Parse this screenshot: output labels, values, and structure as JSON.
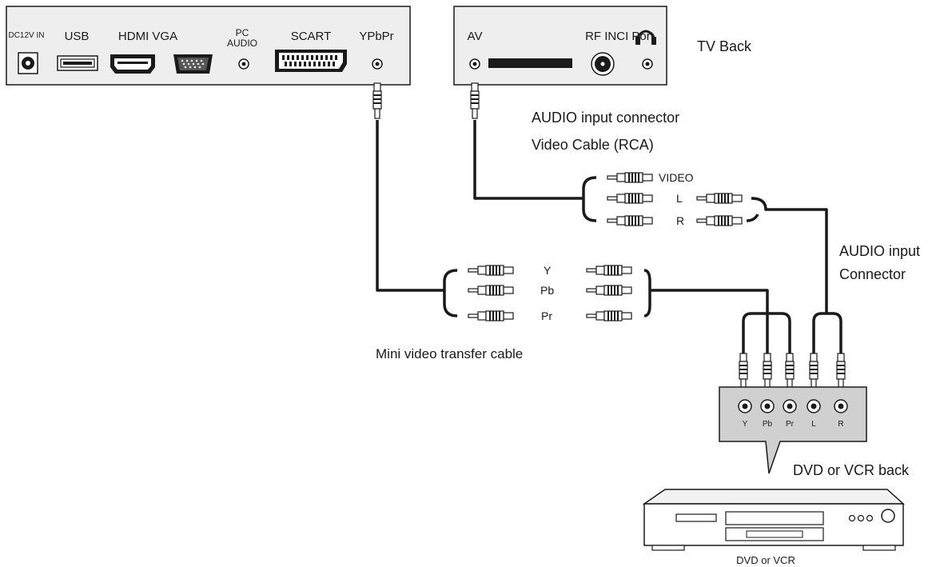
{
  "panel_left": {
    "ports": [
      {
        "label": "DC12V IN"
      },
      {
        "label": "USB"
      },
      {
        "label": "HDMI VGA"
      },
      {
        "label": "PC"
      },
      {
        "label": "AUDIO"
      },
      {
        "label": "SCART"
      },
      {
        "label": "YPbPr"
      }
    ]
  },
  "panel_right": {
    "av_label": "AV",
    "rf_label": "RF INCI Port"
  },
  "tv_back_label": "TV Back",
  "av_cable": {
    "line1": "AUDIO input connector",
    "line2": "Video Cable (RCA)",
    "plugs": [
      "VIDEO",
      "L",
      "R"
    ]
  },
  "audio_connector": {
    "line1": "AUDIO input",
    "line2": "Connector"
  },
  "ypbpr_cable": {
    "plugs": [
      "Y",
      "Pb",
      "Pr"
    ],
    "caption": "Mini video transfer cable"
  },
  "dvd_jacks": [
    "Y",
    "Pb",
    "Pr",
    "L",
    "R"
  ],
  "dvd_back_label": "DVD or VCR back",
  "dvd_label": "DVD or VCR",
  "colors": {
    "line": "#1a1a1a",
    "panel": "#eeeeee",
    "jack_box": "#d0d0d0"
  }
}
